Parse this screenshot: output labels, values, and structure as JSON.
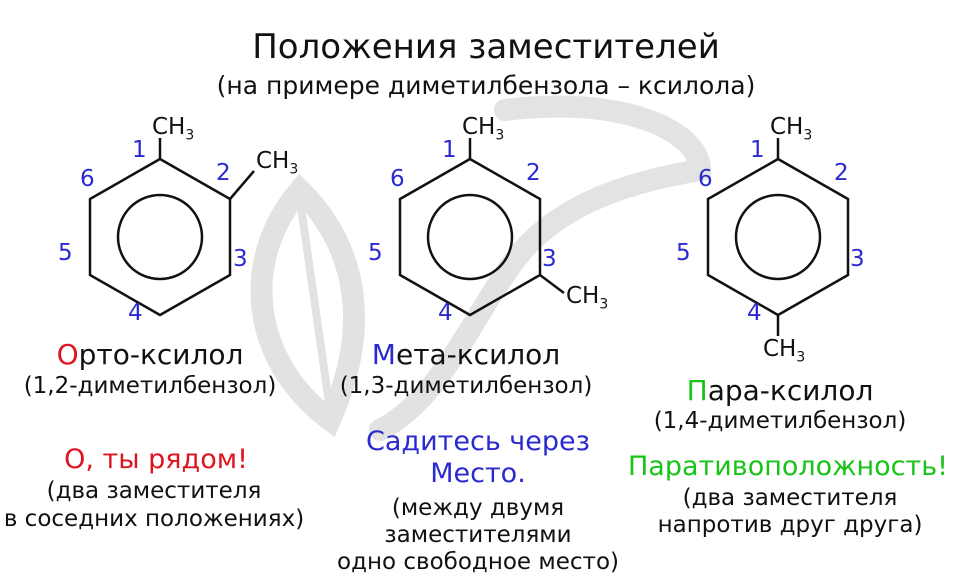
{
  "title": "Положения заместителей",
  "subtitle": "(на примере диметилбензола – ксилола)",
  "colors": {
    "ortho": "#e0141e",
    "meta": "#2a2ad0",
    "para": "#18c418",
    "numbers": "#2a2ad0",
    "watermark": "#d9d9d9"
  },
  "watermark_icon": "leaf-watermark-icon",
  "ch3": "CH",
  "ch3_sub": "3",
  "ring_numbers": [
    "1",
    "2",
    "3",
    "4",
    "5",
    "6"
  ],
  "ortho": {
    "name_first": "О",
    "name_rest": "рто-ксилол",
    "iupac": "(1,2-диметилбензол)",
    "mnemonic": "О, ты рядом!",
    "note_lines": [
      "(два заместителя",
      "в соседних положениях)"
    ]
  },
  "meta": {
    "name_first": "М",
    "name_rest": "ета-ксилол",
    "iupac": "(1,3-диметилбензол)",
    "mnemonic_lines": [
      "Садитесь через",
      "Место."
    ],
    "note_lines": [
      "(между двумя",
      "заместителями",
      "одно свободное место)"
    ]
  },
  "para": {
    "name_first": "П",
    "name_rest": "ара-ксилол",
    "iupac": "(1,4-диметилбензол)",
    "mnemonic": "Паративоположность!",
    "note_lines": [
      "(два заместителя",
      "напротив друг друга)"
    ]
  }
}
